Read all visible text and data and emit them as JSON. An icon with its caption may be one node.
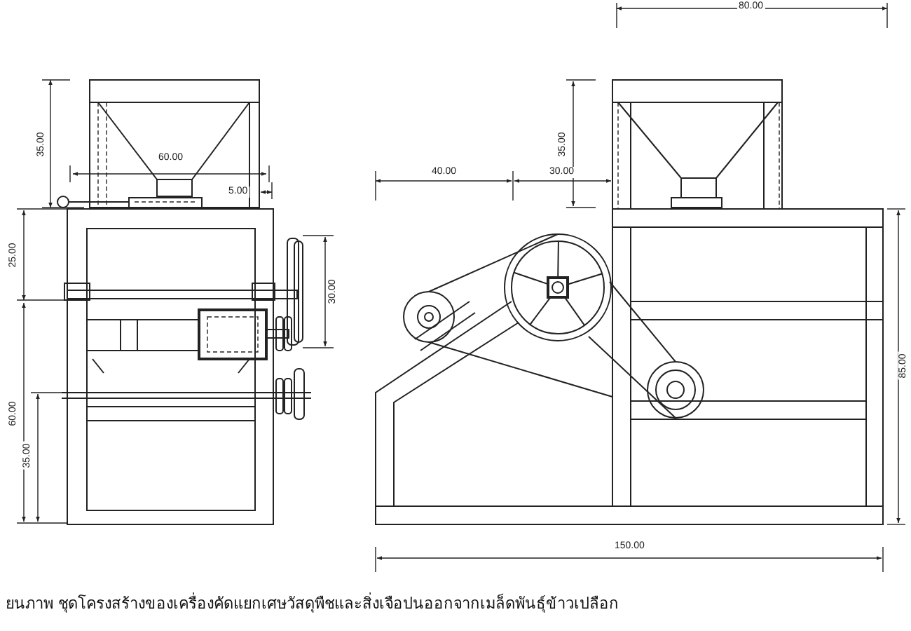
{
  "diagram": {
    "caption": "ยนภาพ ชุดโครงสร้างของเครื่องคัดแยกเศษวัสดุพืชและสิ่งเจือปนออกจากเมล็ดพันธุ์ข้าวเปลือก",
    "labels": [
      "80.00",
      "35.00",
      "60.00",
      "5.00",
      "35.00",
      "40.00",
      "30.00",
      "25.00",
      "30.00",
      "85.00",
      "60.00",
      "35.00",
      "150.00"
    ]
  }
}
